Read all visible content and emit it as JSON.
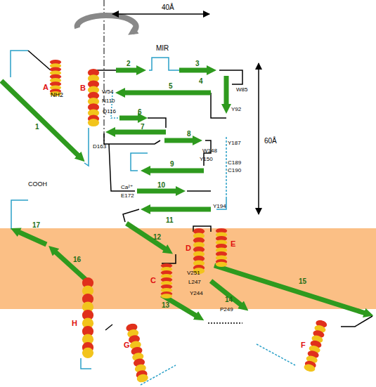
{
  "diagram": {
    "labels": [
      "40Å",
      "MIR",
      "60Å",
      "NH2",
      "COOH",
      "A",
      "B",
      "C",
      "D",
      "E",
      "F",
      "G",
      "H",
      "1",
      "2",
      "3",
      "4",
      "5",
      "6",
      "7",
      "8",
      "9",
      "10",
      "11",
      "12",
      "13",
      "14",
      "15",
      "16",
      "17",
      "W54",
      "W85",
      "Y92",
      "N110",
      "Q116",
      "D163",
      "W148",
      "Y150",
      "Y187",
      "C189",
      "C190",
      "Ca²⁺",
      "E172",
      "Y194",
      "V251",
      "L247",
      "Y244",
      "P249"
    ]
  }
}
